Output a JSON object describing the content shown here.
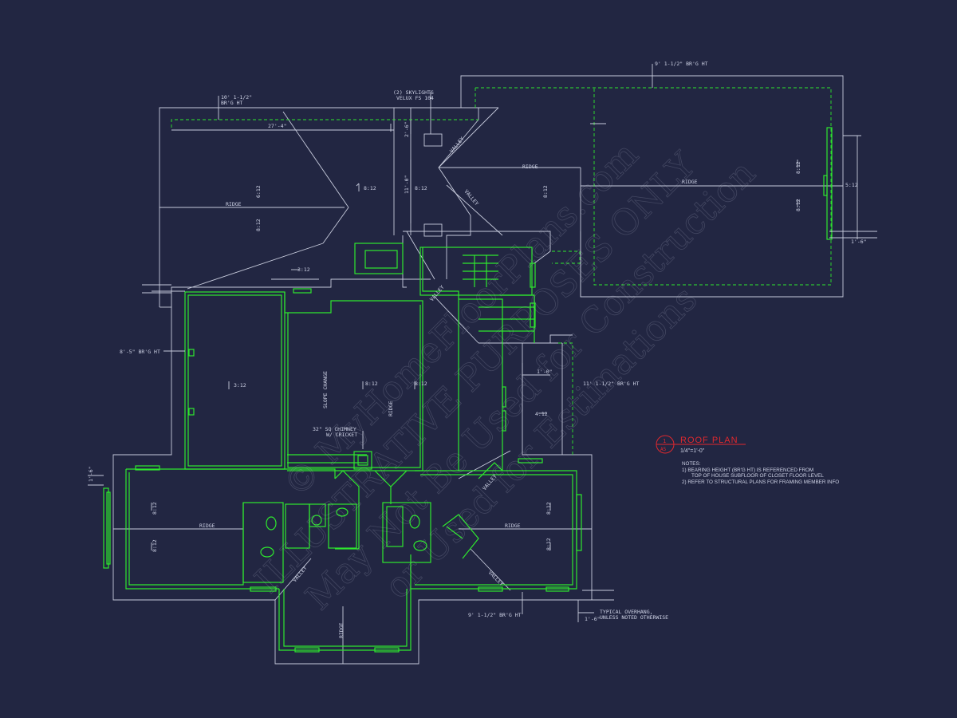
{
  "drawing": {
    "title": "ROOF PLAN",
    "detail_number": "1",
    "sheet_number": "A5",
    "scale": "1/4\"=1'-0\"",
    "notes_heading": "NOTES:",
    "notes": [
      "1) BEARING HEIGHT (BR'G HT) IS REFERENCED FROM",
      "TOP OF HOUSE SUBFLOOR OF CLOSET FLOOR LEVEL",
      "2) REFER TO STRUCTURAL PLANS FOR FRAMING MEMBER INFO"
    ]
  },
  "annotations": {
    "brg_ht_top": "9' 1-1/2\" BR'G HT",
    "brg_left_1": "10' 1-1/2\"",
    "brg_left_2": "BR'G HT",
    "skylights_1": "(2) SKYLIGHTS",
    "skylights_2": "VELUX FS 104",
    "dim_27": "27'-4\"",
    "dim_2_6": "2'-6\"",
    "dim_11_0": "11'-0\"",
    "brg_ht_8_5": "8'-5\" BR'G HT",
    "brg_ht_11": "11' 1-1/2\" BR'G HT",
    "chimney_1": "32\" SQ CHIMNEY",
    "chimney_2": "W/ CRICKET",
    "brg_ht_bottom": "9' 1-1/2\" BR'G HT",
    "overhang_1": "TYPICAL OVERHANG,",
    "overhang_2": "UNLESS NOTED OTHERWISE",
    "slope_change": "SLOPE CHANGE",
    "dim_1_6a": "1'-6\"",
    "dim_1_6b": "1'-6\"",
    "dim_1_6c": "1'-6\"",
    "dim_1_0": "1'-0\""
  },
  "roof_labels": {
    "ridge": "RIDGE",
    "valley": "VALLEY",
    "pitch_8": "8:12",
    "pitch_6": "6:12",
    "pitch_3": "3:12",
    "pitch_5": "5:12",
    "pitch_4": "4:12"
  },
  "watermark": {
    "line1": "© MyHomeFloorPlans.com",
    "line2": "ILLUSTRATIVE PURPOSES ONLY",
    "line3": "May Not Be Used for Construction",
    "line4": "or Used for Estimations"
  },
  "colors": {
    "background": "#222642",
    "linework": "#c7cbdc",
    "walls": "#2ee82e",
    "title": "#e0282e"
  }
}
